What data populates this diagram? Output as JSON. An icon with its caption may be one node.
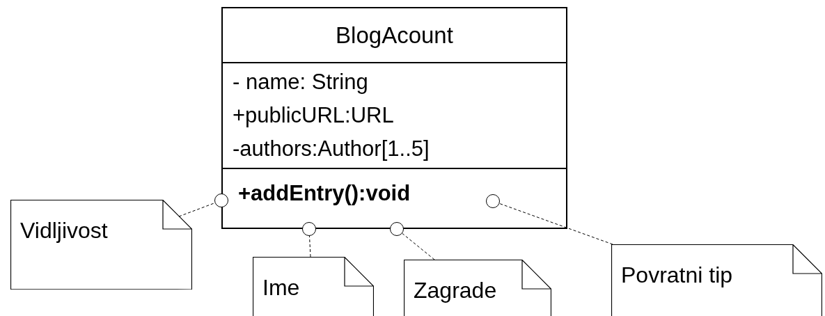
{
  "diagram": {
    "nodes": [
      {
        "text": [
          "BlogAcount",
          "- name: String",
          "+publicURL:URL",
          "-authors:Author[1..5]",
          "+addEntry():void"
        ]
      },
      {
        "text": [],
        "shape": "circle"
      },
      {
        "text": [],
        "shape": "circle"
      },
      {
        "text": [],
        "shape": "circle"
      },
      {
        "text": [],
        "shape": "circle",
        "in": 0
      },
      {
        "text": [
          "Vidljivost"
        ]
      },
      {
        "text": [
          "Ime"
        ]
      },
      {
        "text": [
          "Zagrade"
        ]
      },
      {
        "text": [
          "Povratni tip"
        ]
      }
    ],
    "edges": [
      {
        "from": 5,
        "to": 1,
        "arrow": "none",
        "style": "dashed"
      },
      {
        "from": 6,
        "to": 2,
        "arrow": "none",
        "style": "dashed"
      },
      {
        "from": 7,
        "to": 3,
        "arrow": "none",
        "style": "dashed"
      },
      {
        "from": 8,
        "to": 4,
        "arrow": "none",
        "style": "dashed"
      }
    ]
  }
}
